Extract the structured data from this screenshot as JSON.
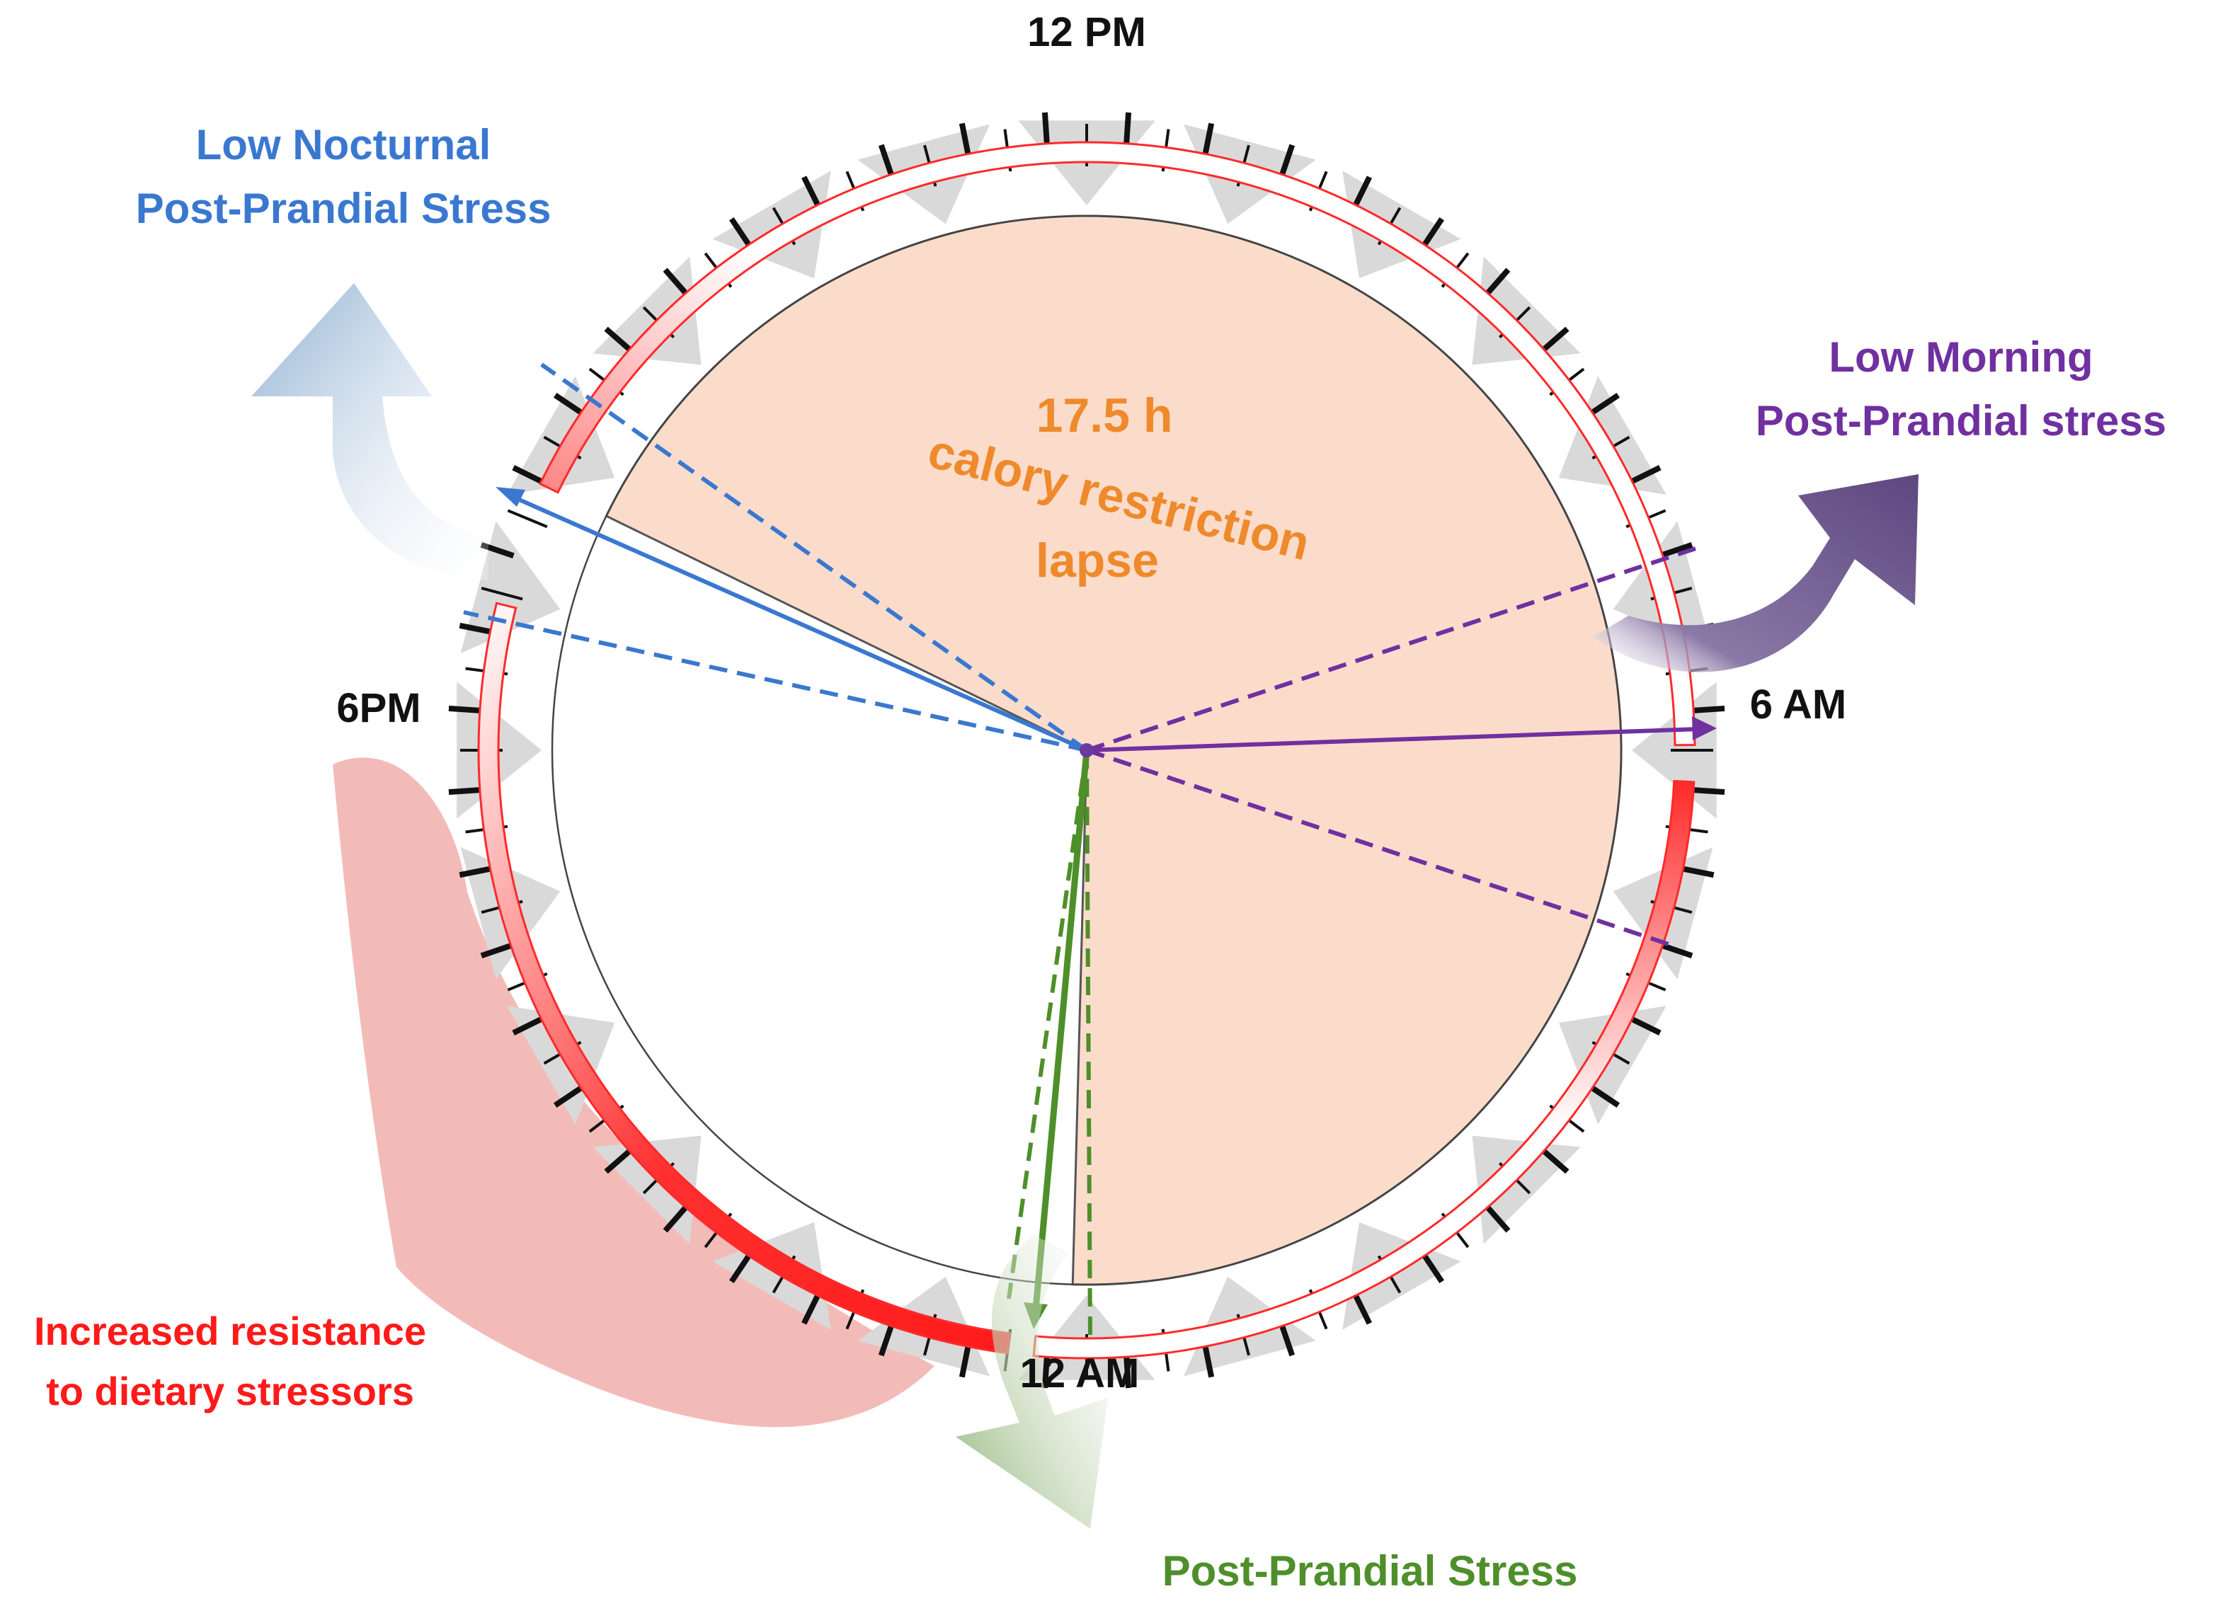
{
  "clock": {
    "label_12pm": "12 PM",
    "label_6am": "6 AM",
    "label_12am": "12 AM",
    "label_6pm": "6PM"
  },
  "center": {
    "hours": "17.5 h",
    "line2": "calory restriction",
    "line3": "lapse"
  },
  "annotations": {
    "nocturnal_line1": "Low Nocturnal",
    "nocturnal_line2": "Post-Prandial Stress",
    "morning_line1": "Low Morning",
    "morning_line2": "Post-Prandial stress",
    "resistance_line1": "Increased resistance",
    "resistance_line2": "to dietary stressors",
    "postprandial": "Post-Prandial Stress"
  },
  "colors": {
    "fasting_fill": "#fbdccb",
    "center_text": "#ee8a2c",
    "nocturnal": "#3a78d0",
    "nocturnal_arrow": "#8fb0d2",
    "morning": "#7030a0",
    "morning_arrow": "#5e4780",
    "resistance": "#ff1a1a",
    "resistance_shape": "#f2b4b0",
    "postprandial": "#4e8f2a",
    "postprandial_arrow": "#90b478",
    "ring_red": "#ff2a2a",
    "tick": "#111111",
    "wedge": "#d9d9d9"
  }
}
